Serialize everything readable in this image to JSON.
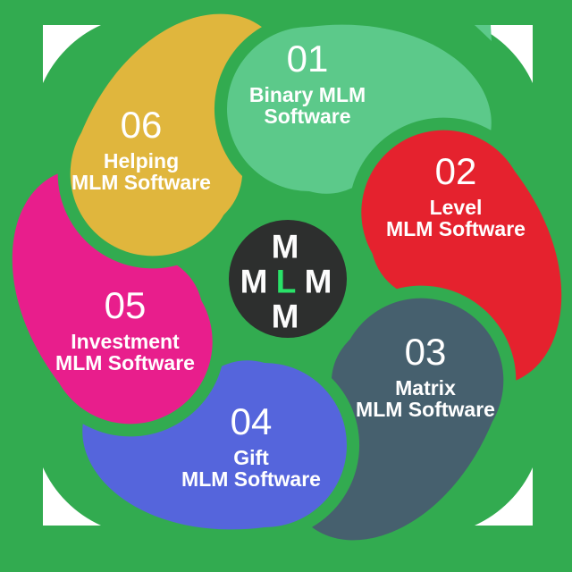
{
  "background": {
    "color": "#32AB50",
    "corner_cutout_color": "#FFFFFF"
  },
  "center_badge": {
    "circle_color": "#2D2F2E",
    "letter_color": "#FCFCFC",
    "l_letter_color": "#29E268",
    "letters": {
      "top": "M",
      "mid_left": "M",
      "mid_center": "L",
      "mid_right": "M",
      "bottom": "M"
    }
  },
  "segments": [
    {
      "number": "01",
      "line1": "Binary MLM",
      "line2": "Software",
      "color": "#5CC98A"
    },
    {
      "number": "02",
      "line1": "Level",
      "line2": "MLM Software",
      "color": "#E5222E"
    },
    {
      "number": "03",
      "line1": "Matrix",
      "line2": "MLM Software",
      "color": "#46606E"
    },
    {
      "number": "04",
      "line1": "Gift",
      "line2": "MLM Software",
      "color": "#5565DC"
    },
    {
      "number": "05",
      "line1": "Investment",
      "line2": "MLM Software",
      "color": "#E81E8C"
    },
    {
      "number": "06",
      "line1": "Helping",
      "line2": "MLM Software",
      "color": "#E0B63D"
    }
  ]
}
